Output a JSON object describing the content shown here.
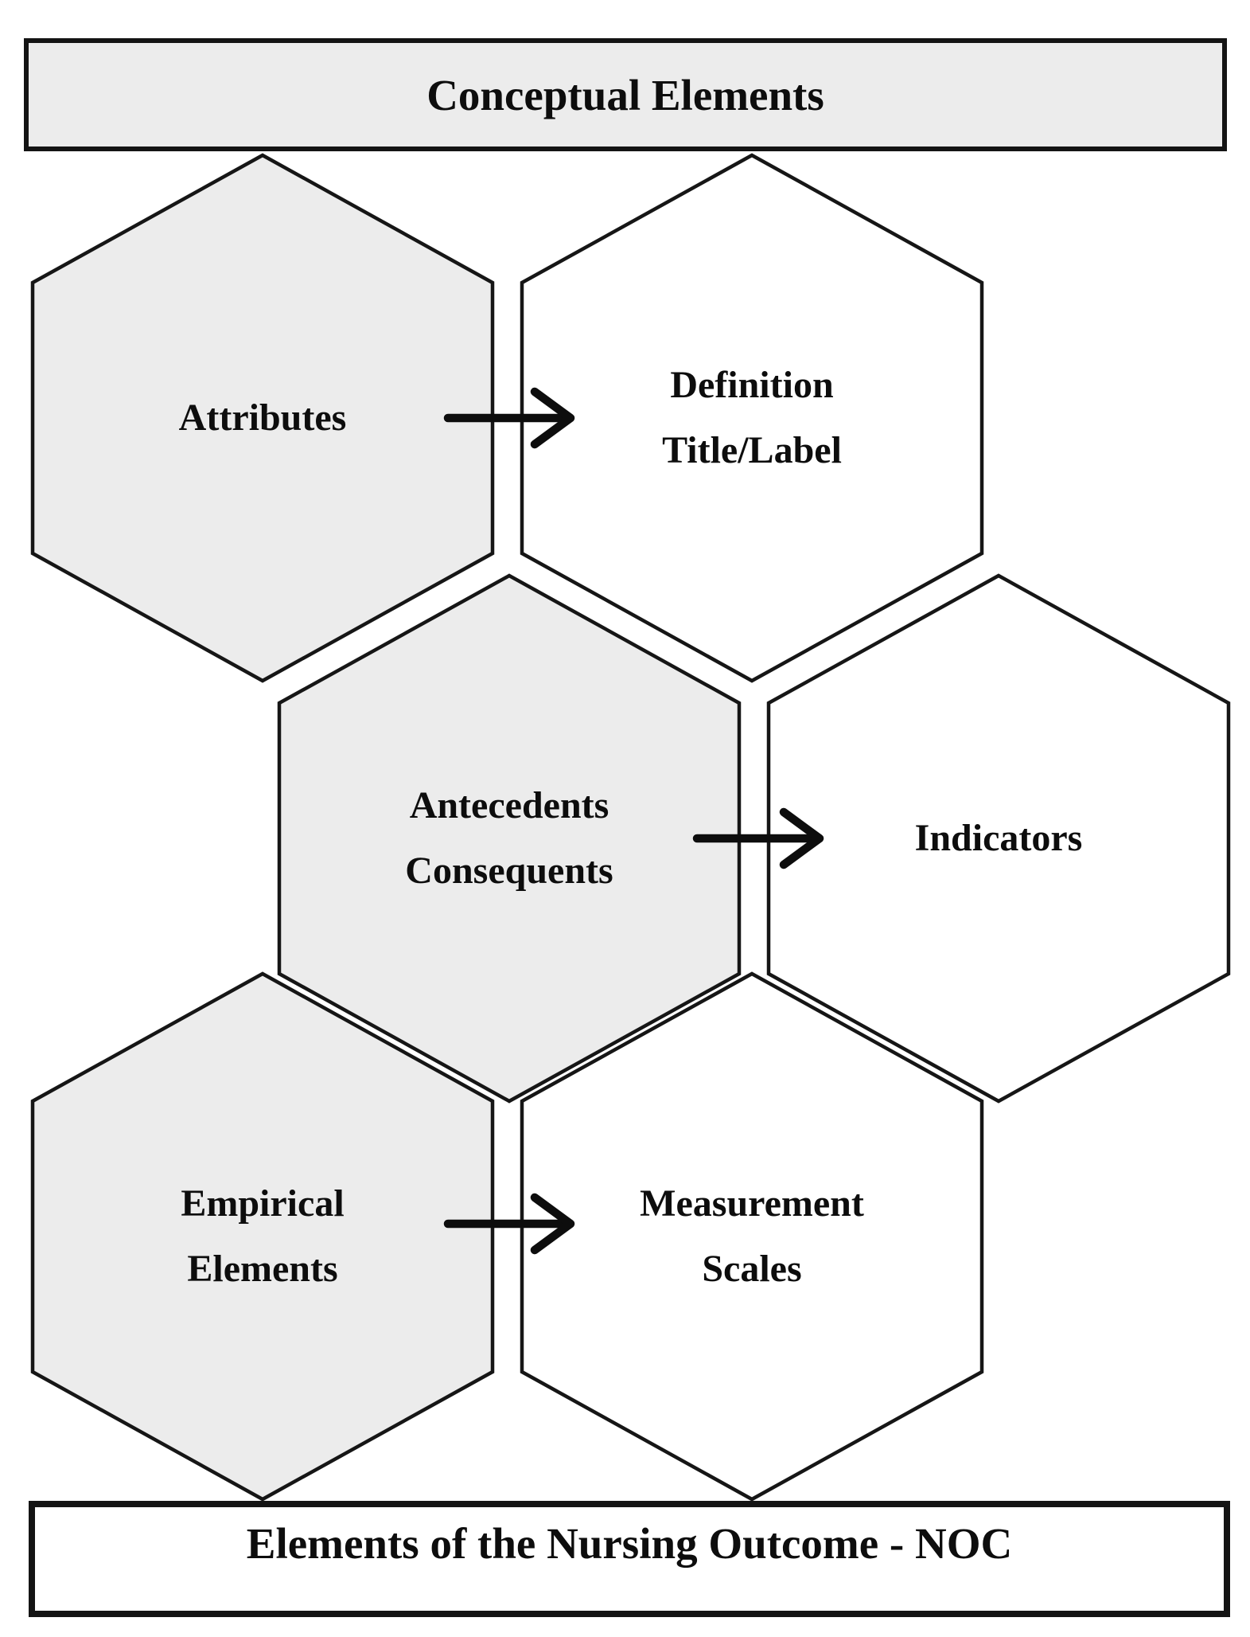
{
  "diagram": {
    "title_banner": {
      "label": "Conceptual Elements"
    },
    "footer_banner": {
      "label": "Elements of the Nursing Outcome - NOC"
    },
    "hexagons": [
      {
        "name": "attributes",
        "lines": [
          "Attributes"
        ],
        "shaded": true
      },
      {
        "name": "definition-title-label",
        "lines": [
          "Definition",
          "Title/Label"
        ],
        "shaded": false
      },
      {
        "name": "antecedents-consequents",
        "lines": [
          "Antecedents",
          "Consequents"
        ],
        "shaded": true
      },
      {
        "name": "indicators",
        "lines": [
          "Indicators"
        ],
        "shaded": false
      },
      {
        "name": "empirical-elements",
        "lines": [
          "Empirical",
          "Elements"
        ],
        "shaded": true
      },
      {
        "name": "measurement-scales",
        "lines": [
          "Measurement",
          "Scales"
        ],
        "shaded": false
      }
    ],
    "arrows": [
      {
        "from": "Attributes",
        "to": "Definition Title/Label"
      },
      {
        "from": "Antecedents Consequents",
        "to": "Indicators"
      },
      {
        "from": "Empirical Elements",
        "to": "Measurement Scales"
      }
    ],
    "colors": {
      "shaded_fill": "#ececec",
      "plain_fill": "#ffffff",
      "outline": "#161616",
      "banner_top_fill": "#ececec",
      "banner_bottom_fill": "#ffffff",
      "text": "#0d0d0d"
    }
  }
}
